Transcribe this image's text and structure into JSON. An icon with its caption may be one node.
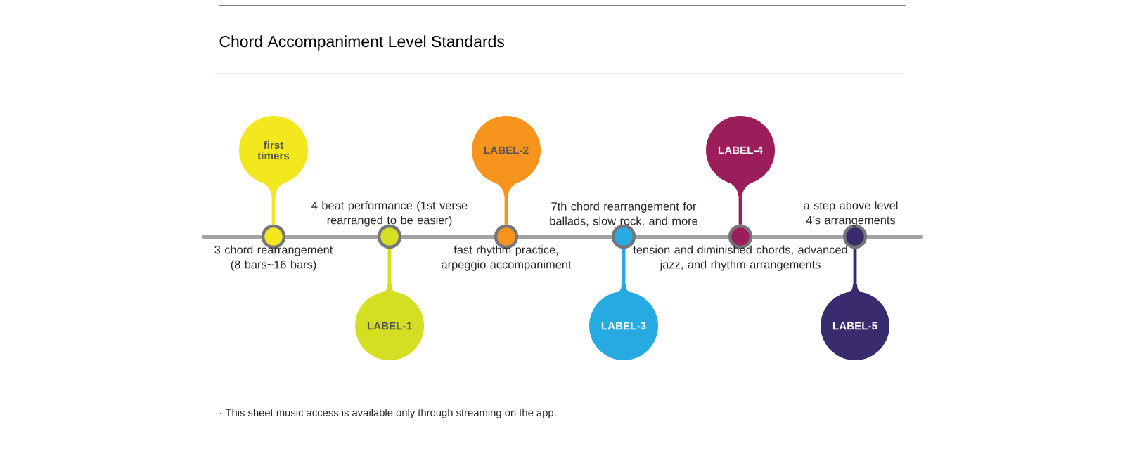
{
  "diagram": {
    "title": "Chord Accompaniment Level Standards",
    "nodes": [
      {
        "text": [
          "first timers"
        ]
      },
      {
        "text": [
          "LABEL-1"
        ]
      },
      {
        "text": [
          "LABEL-2"
        ]
      },
      {
        "text": [
          "LABEL-3"
        ]
      },
      {
        "text": [
          "LABEL-4"
        ]
      },
      {
        "text": [
          "LABEL-5"
        ]
      },
      {
        "text": [],
        "shape": "circle"
      },
      {
        "text": [],
        "shape": "circle"
      },
      {
        "text": [],
        "shape": "circle"
      },
      {
        "text": [],
        "shape": "circle"
      },
      {
        "text": [],
        "shape": "circle"
      },
      {
        "text": [],
        "shape": "circle"
      }
    ],
    "edges": [
      {
        "from": 0,
        "to": 6,
        "arrow": "none",
        "color": "#f2e81d"
      },
      {
        "from": 1,
        "to": 7,
        "arrow": "none",
        "color": "#d4de22"
      },
      {
        "from": 2,
        "to": 8,
        "arrow": "none",
        "color": "#f7941d"
      },
      {
        "from": 3,
        "to": 9,
        "arrow": "none",
        "color": "#27aae1"
      },
      {
        "from": 4,
        "to": 10,
        "arrow": "none",
        "color": "#9b1d5a"
      },
      {
        "from": 5,
        "to": 11,
        "arrow": "none",
        "color": "#3a2a6e"
      }
    ],
    "labels": [
      "3 chord rearrangement (8 bars~16 bars)",
      "4 beat performance (1st verse rearranged to be easier)",
      "fast rhythm practice, arpeggio accompaniment",
      "7th chord rearrangement for ballads, slow rock, and more",
      "tension and diminished chords, advanced jazz, and rhythm arrangements",
      "a step above level 4’s arrangements",
      "· This sheet music access is available only through streaming on the app."
    ]
  }
}
